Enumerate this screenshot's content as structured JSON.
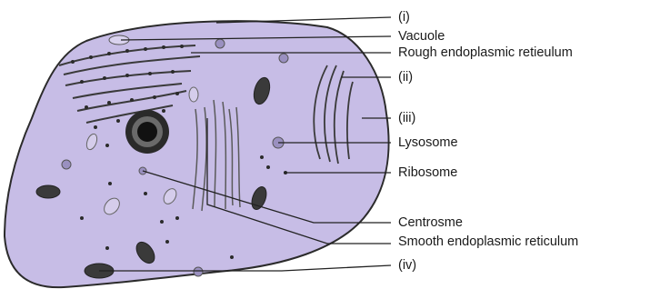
{
  "labels": {
    "i": "(i)",
    "vacuole": "Vacuole",
    "rough_er": "Rough endoplasmic retieulum",
    "ii": "(ii)",
    "iii": "(iii)",
    "lysosome": "Lysosome",
    "ribosome": "Ribosome",
    "centrosome": "Centrosme",
    "smooth_er": "Smooth endoplasmic reticulum",
    "iv": "(iv)"
  },
  "colors": {
    "cytoplasm": "#c7bde6",
    "membrane": "#2b2b2b",
    "organelle_dark": "#3a3a3a",
    "leader_line": "#222222"
  }
}
